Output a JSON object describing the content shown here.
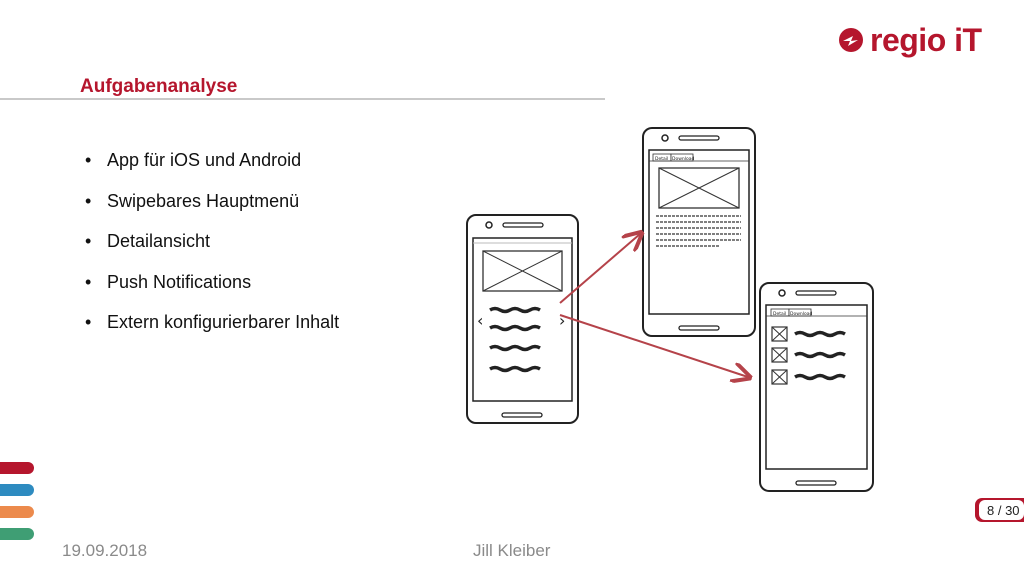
{
  "header": {
    "logo_text": "regio iT",
    "title": "Aufgabenanalyse"
  },
  "bullets": [
    "App für iOS und Android",
    "Swipebares Hauptmenü",
    "Detailansicht",
    "Push Notifications",
    "Extern konfigurierbarer Inhalt"
  ],
  "mockup": {
    "tab_detail": "Detail",
    "tab_download": "Download",
    "nav_prev": "‹",
    "nav_next": "›"
  },
  "footer": {
    "date": "19.09.2018",
    "author": "Jill Kleiber",
    "page": "8 / 30"
  },
  "colors": {
    "accent": "#b5162d",
    "bar_colors": [
      "#b5162d",
      "#2e8bc0",
      "#ec8a4c",
      "#3f9e74"
    ],
    "arrow": "#b5434a"
  }
}
